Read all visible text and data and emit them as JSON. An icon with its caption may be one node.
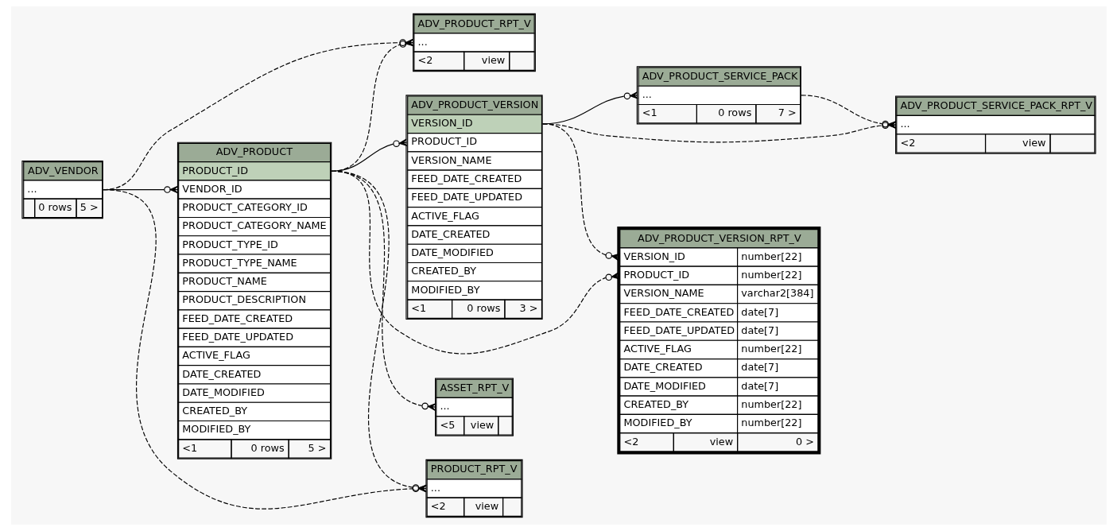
{
  "diagram": {
    "nodes": [
      {
        "text": [
          "ADV_PRODUCT_RPT_V",
          "...",
          "<2",
          "view"
        ]
      },
      {
        "text": [
          "ADV_PRODUCT_SERVICE_PACK",
          "...",
          "<1",
          "0 rows",
          "7 >"
        ]
      },
      {
        "text": [
          "ADV_PRODUCT_VERSION",
          "VERSION_ID",
          "PRODUCT_ID",
          "VERSION_NAME",
          "FEED_DATE_CREATED",
          "FEED_DATE_UPDATED",
          "ACTIVE_FLAG",
          "DATE_CREATED",
          "DATE_MODIFIED",
          "CREATED_BY",
          "MODIFIED_BY",
          "<1",
          "0 rows",
          "3 >"
        ]
      },
      {
        "text": [
          "ADV_PRODUCT_SERVICE_PACK_RPT_V",
          "...",
          "<2",
          "view"
        ]
      },
      {
        "text": [
          "ADV_VENDOR",
          "...",
          "0 rows",
          "5 >"
        ]
      },
      {
        "text": [
          "ADV_PRODUCT",
          "PRODUCT_ID",
          "VENDOR_ID",
          "PRODUCT_CATEGORY_ID",
          "PRODUCT_CATEGORY_NAME",
          "PRODUCT_TYPE_ID",
          "PRODUCT_TYPE_NAME",
          "PRODUCT_NAME",
          "PRODUCT_DESCRIPTION",
          "FEED_DATE_CREATED",
          "FEED_DATE_UPDATED",
          "ACTIVE_FLAG",
          "DATE_CREATED",
          "DATE_MODIFIED",
          "CREATED_BY",
          "MODIFIED_BY",
          "<1",
          "0 rows",
          "5 >"
        ]
      },
      {
        "text": [
          "ADV_PRODUCT_VERSION_RPT_V",
          "VERSION_ID",
          "number[22]",
          "PRODUCT_ID",
          "number[22]",
          "VERSION_NAME",
          "varchar2[384]",
          "FEED_DATE_CREATED",
          "date[7]",
          "FEED_DATE_UPDATED",
          "date[7]",
          "ACTIVE_FLAG",
          "number[22]",
          "DATE_CREATED",
          "date[7]",
          "DATE_MODIFIED",
          "date[7]",
          "CREATED_BY",
          "number[22]",
          "MODIFIED_BY",
          "number[22]",
          "<2",
          "view",
          "0 >"
        ]
      },
      {
        "text": [
          "ASSET_RPT_V",
          "...",
          "<5",
          "view"
        ]
      },
      {
        "text": [
          "PRODUCT_RPT_V",
          "...",
          "<2",
          "view"
        ]
      }
    ],
    "edges": [
      {
        "from": 4,
        "to": 5,
        "arrow": "other"
      },
      {
        "from": 4,
        "to": 0,
        "arrow": "other",
        "style": "dashed"
      },
      {
        "from": 4,
        "to": 8,
        "arrow": "other",
        "style": "dashed"
      },
      {
        "from": 5,
        "to": 2,
        "arrow": "other"
      },
      {
        "from": 5,
        "to": 0,
        "arrow": "other",
        "style": "dashed"
      },
      {
        "from": 5,
        "to": 7,
        "arrow": "other",
        "style": "dashed"
      },
      {
        "from": 5,
        "to": 8,
        "arrow": "other",
        "style": "dashed"
      },
      {
        "from": 5,
        "to": 6,
        "arrow": "other",
        "style": "dashed"
      },
      {
        "from": 2,
        "to": 1,
        "arrow": "other"
      },
      {
        "from": 2,
        "to": 3,
        "arrow": "other",
        "style": "dashed"
      },
      {
        "from": 2,
        "to": 6,
        "arrow": "other",
        "style": "dashed"
      },
      {
        "from": 1,
        "to": 3,
        "arrow": "other",
        "style": "dashed"
      }
    ]
  }
}
